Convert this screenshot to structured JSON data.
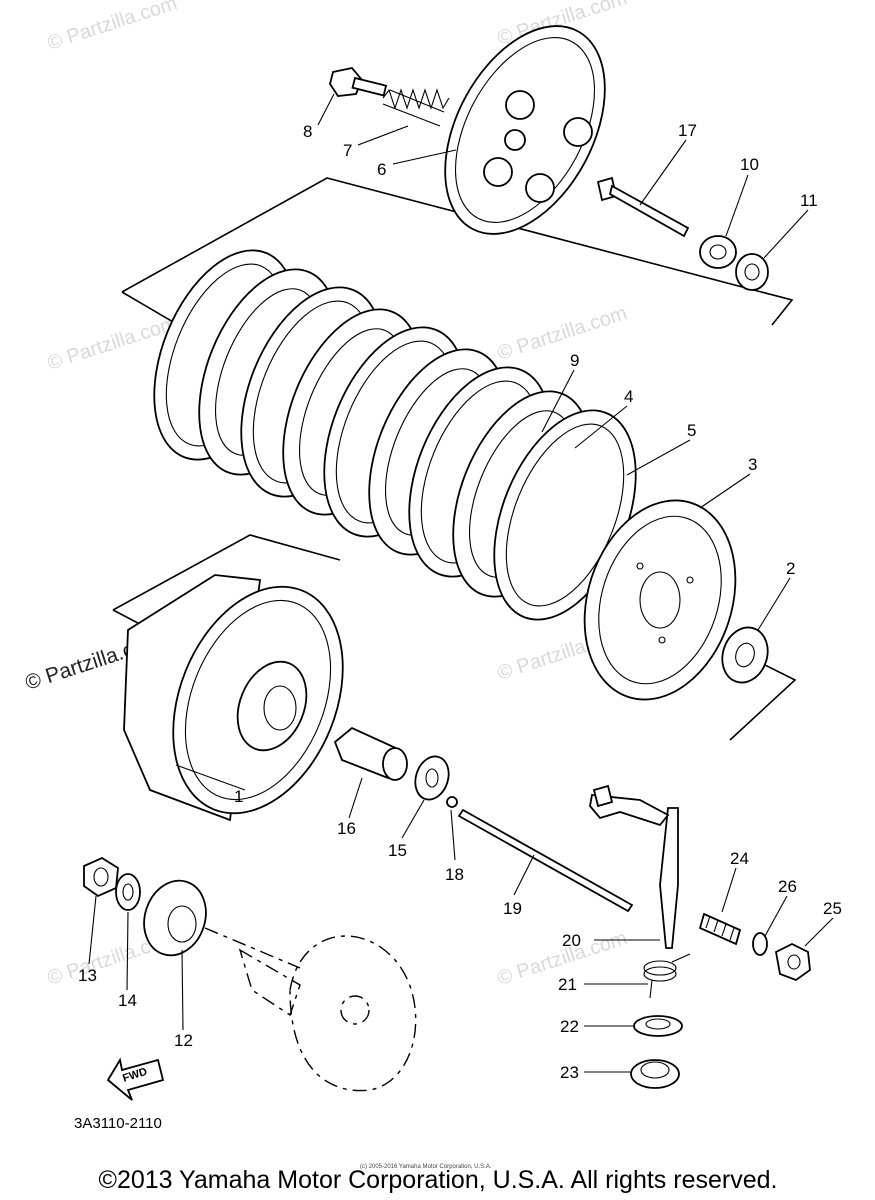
{
  "diagram": {
    "part_code": "3A3110-2110",
    "fwd_label": "FWD",
    "copyright": "©2013 Yamaha Motor Corporation, U.S.A. All rights reserved.",
    "small_print": "(c) 2005-2016 Yamaha Motor Corporation, U.S.A.",
    "watermark": "© Partzilla.com",
    "watermark_prominent": "© Partzilla.com",
    "callouts": {
      "c1": "1",
      "c2": "2",
      "c3": "3",
      "c4": "4",
      "c5": "5",
      "c6": "6",
      "c7": "7",
      "c8": "8",
      "c9": "9",
      "c10": "10",
      "c11": "11",
      "c12": "12",
      "c13": "13",
      "c14": "14",
      "c15": "15",
      "c16": "16",
      "c17": "17",
      "c18": "18",
      "c19": "19",
      "c20": "20",
      "c21": "21",
      "c22": "22",
      "c23": "23",
      "c24": "24",
      "c25": "25",
      "c26": "26"
    }
  }
}
